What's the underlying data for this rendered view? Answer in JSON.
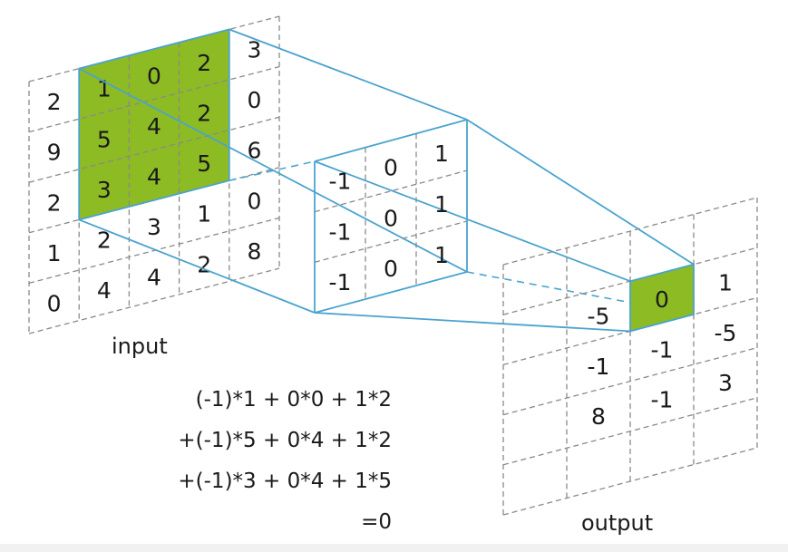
{
  "colors": {
    "highlight": "#8dbb23",
    "connector": "#4aa3cf",
    "grid": "#8a8a8a",
    "text": "#1a1a1a"
  },
  "input": {
    "label": "input",
    "rows": [
      [
        "2",
        "1",
        "0",
        "2",
        "3"
      ],
      [
        "9",
        "5",
        "4",
        "2",
        "0"
      ],
      [
        "2",
        "3",
        "4",
        "5",
        "6"
      ],
      [
        "1",
        "2",
        "3",
        "1",
        "0"
      ],
      [
        "0",
        "4",
        "4",
        "2",
        "8"
      ]
    ],
    "highlight": {
      "row_start": 0,
      "col_start": 1,
      "size": 3
    }
  },
  "kernel": {
    "rows": [
      [
        "-1",
        "0",
        "1"
      ],
      [
        "-1",
        "0",
        "1"
      ],
      [
        "-1",
        "0",
        "1"
      ]
    ]
  },
  "output": {
    "label": "output",
    "rows": [
      [
        "",
        "",
        "",
        ""
      ],
      [
        "",
        "-5",
        "0",
        "1"
      ],
      [
        "",
        "-1",
        "-1",
        "-5"
      ],
      [
        "",
        "8",
        "-1",
        "3"
      ],
      [
        "",
        "",
        "",
        ""
      ]
    ],
    "highlight": {
      "row": 1,
      "col": 2
    }
  },
  "formula": {
    "lines": [
      "(-1)*1 +  0*0 + 1*2",
      "+(-1)*5 +  0*4 + 1*2",
      "+(-1)*3 +  0*4 + 1*5",
      "=0"
    ]
  }
}
